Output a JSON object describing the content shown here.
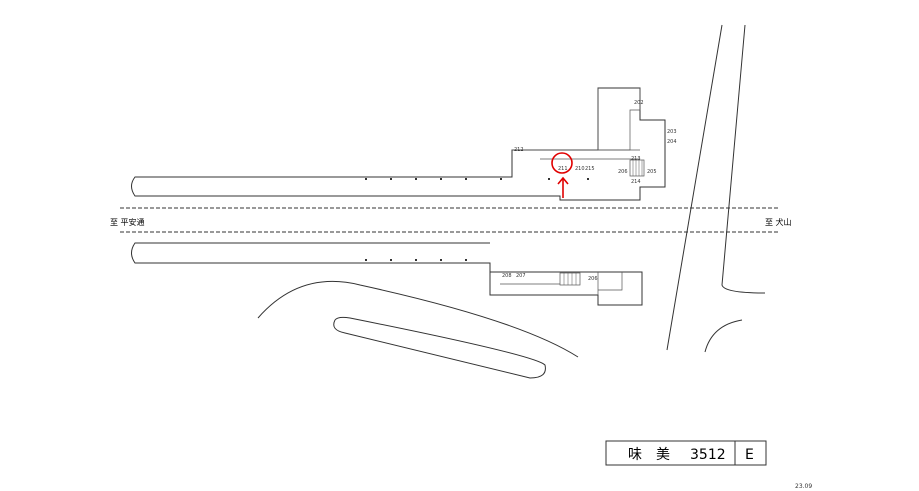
{
  "destinations": {
    "left": "至 平安通",
    "right": "至 犬山"
  },
  "facility_labels": {
    "l202": "202",
    "l203": "203",
    "l204": "204",
    "l205": "205",
    "l206a": "206",
    "l206b": "206",
    "l207": "207",
    "l208": "208",
    "l210": "210",
    "l211": "211",
    "l212": "212",
    "l213": "213",
    "l214": "214",
    "l215": "215"
  },
  "station_box": {
    "name": "味　美",
    "code": "3512",
    "exit": "E"
  },
  "date": "23.09",
  "highlight": {
    "target": "211",
    "color": "#e00000"
  }
}
